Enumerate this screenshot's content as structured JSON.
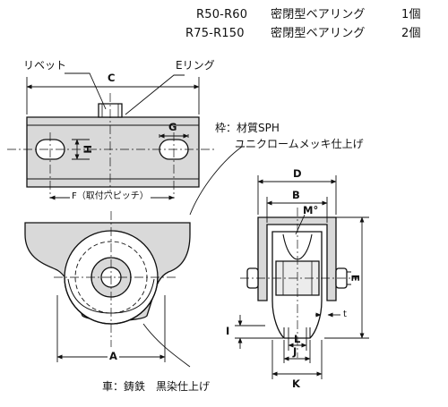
{
  "header": {
    "line1_model": "R50-R60",
    "line1_desc": "密閉型ベアリング",
    "line1_qty": "1個",
    "line2_model": "R75-R150",
    "line2_desc": "密閉型ベアリング",
    "line2_qty": "2個"
  },
  "labels": {
    "rivet": "リベット",
    "e_ring": "Eリング",
    "frame_line1": "枠：材質SPH",
    "frame_line2": "ユニクロームメッキ仕上げ",
    "wheel": "車：鋳鉄　黒染仕上げ",
    "hole_pitch": "F（取付穴ピッチ）"
  },
  "dimensions": {
    "C": "C",
    "G": "G",
    "H": "H",
    "A": "A",
    "D": "D",
    "B": "B",
    "M": "M°",
    "E": "E",
    "I": "I",
    "t": "t",
    "L": "L",
    "J": "J",
    "K": "K"
  },
  "colors": {
    "line": "#111111",
    "hatch": "#9a9a9a",
    "fill": "#d4d4d4"
  }
}
